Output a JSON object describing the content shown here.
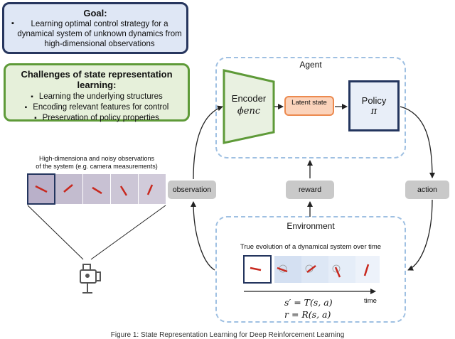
{
  "goal": {
    "title": "Goal:",
    "text": "Learning optimal control strategy for a dynamical system of unknown dynamics from high-dimensional observations"
  },
  "challenges": {
    "title": "Challenges of  state representation learning:",
    "items": [
      "Learning the underlying structures",
      "Encoding relevant features for control",
      "Preservation of policy properties"
    ]
  },
  "agent": {
    "title": "Agent",
    "encoder_label": "Encoder",
    "encoder_symbol": "ϕenc",
    "latent_label": "Latent state",
    "policy_label": "Policy",
    "policy_symbol": "π"
  },
  "signals": {
    "observation": "observation",
    "reward": "reward",
    "action": "action"
  },
  "observations": {
    "caption_line1": "High-dimensiona and noisy observations",
    "caption_line2": "of the system (e.g. camera measurements)"
  },
  "environment": {
    "title": "Environment",
    "caption": "True evolution of a dynamical system over time",
    "formula_transition": "s′ = T(s, a)",
    "formula_reward": "r = R(s, a)",
    "time_label": "time"
  },
  "figure_caption": "Figure 1: State Representation Learning for Deep Reinforcement Learning",
  "colors": {
    "goal_border": "#27365e",
    "goal_fill": "#dfe7f5",
    "challenge_border": "#5e9a38",
    "challenge_fill": "#e6f0da",
    "encoder_border": "#5e9a38",
    "latent_border": "#ec8a4f",
    "latent_fill": "#fbd3bb",
    "policy_border": "#23355e",
    "dashed_border": "#9fc0e2",
    "signal_fill": "#c9c9c9",
    "pendulum_red": "#c8281e"
  }
}
